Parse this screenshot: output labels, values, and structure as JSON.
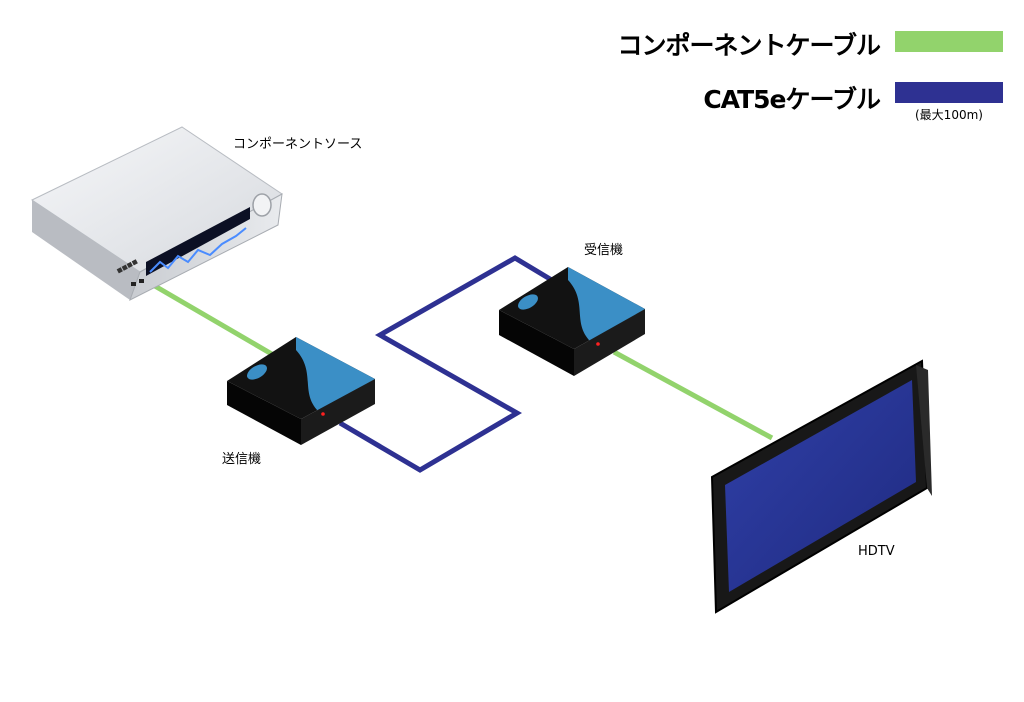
{
  "legend": {
    "component_cable": {
      "label": "コンポーネントケーブル",
      "color": "#92d36c"
    },
    "cat5e_cable": {
      "label": "CAT5eケーブル",
      "color": "#2e3192",
      "note": "(最大100m)"
    }
  },
  "devices": {
    "source_label": "コンポーネントソース",
    "transmitter_label": "送信機",
    "receiver_label": "受信機",
    "hdtv_label": "HDTV"
  },
  "colors": {
    "box_top_blue": "#3b8fc6",
    "box_body": "#151515",
    "screen": "#2a3595",
    "player_face": "#e4e6ea"
  }
}
